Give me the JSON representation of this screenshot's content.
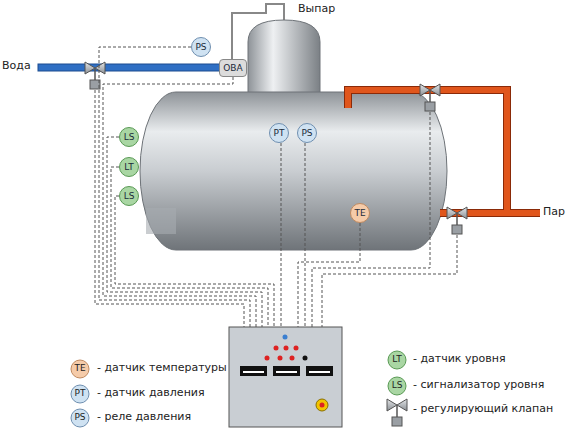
{
  "diagram": {
    "nodes": [
      {
        "text": [
          "PS"
        ]
      },
      {
        "text": [
          "ОВА"
        ]
      },
      {
        "text": [
          "LS"
        ]
      },
      {
        "text": [
          "LT"
        ]
      },
      {
        "text": [
          "LS"
        ]
      },
      {
        "text": [
          "PT"
        ]
      },
      {
        "text": [
          "PS"
        ]
      },
      {
        "text": [
          "TE"
        ]
      }
    ],
    "labels": [
      "Выпар",
      "Вода",
      "Пар",
      "TE",
      "PT",
      "PS",
      "LT",
      "LS"
    ],
    "legend": [
      {
        "text": "- датчик температуры"
      },
      {
        "text": "- датчик давления"
      },
      {
        "text": "- реле давления"
      },
      {
        "text": "- датчик уровня"
      },
      {
        "text": "- сигнализатор уровня"
      },
      {
        "text": "- регулирующий клапан"
      }
    ]
  }
}
